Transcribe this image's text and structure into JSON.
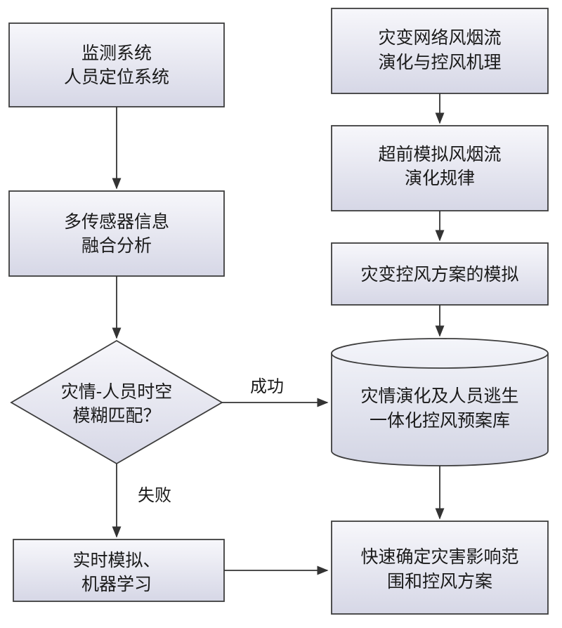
{
  "nodes": {
    "monitoring": {
      "lines": [
        "监测系统",
        "人员定位系统"
      ]
    },
    "fusion": {
      "lines": [
        "多传感器信息",
        "融合分析"
      ]
    },
    "match": {
      "lines": [
        "灾情-人员时空",
        "模糊匹配？"
      ]
    },
    "realtime": {
      "lines": [
        "实时模拟、",
        "机器学习"
      ]
    },
    "mechanism": {
      "lines": [
        "灾变网络风烟流",
        "演化与控风机理"
      ]
    },
    "advance": {
      "lines": [
        "超前模拟风烟流",
        "演化规律"
      ]
    },
    "plan_sim": {
      "lines": [
        "灾变控风方案的模拟"
      ]
    },
    "database": {
      "lines": [
        "灾情演化及人员逃生",
        "一体化控风预案库"
      ]
    },
    "determine": {
      "lines": [
        "快速确定灾害影响范",
        "围和控风方案"
      ]
    }
  },
  "edges": {
    "success_label": "成功",
    "fail_label": "失败"
  },
  "colors": {
    "box_top": "#f7f7fb",
    "box_bottom": "#d6d7e6",
    "stroke": "#3d3d3d"
  }
}
